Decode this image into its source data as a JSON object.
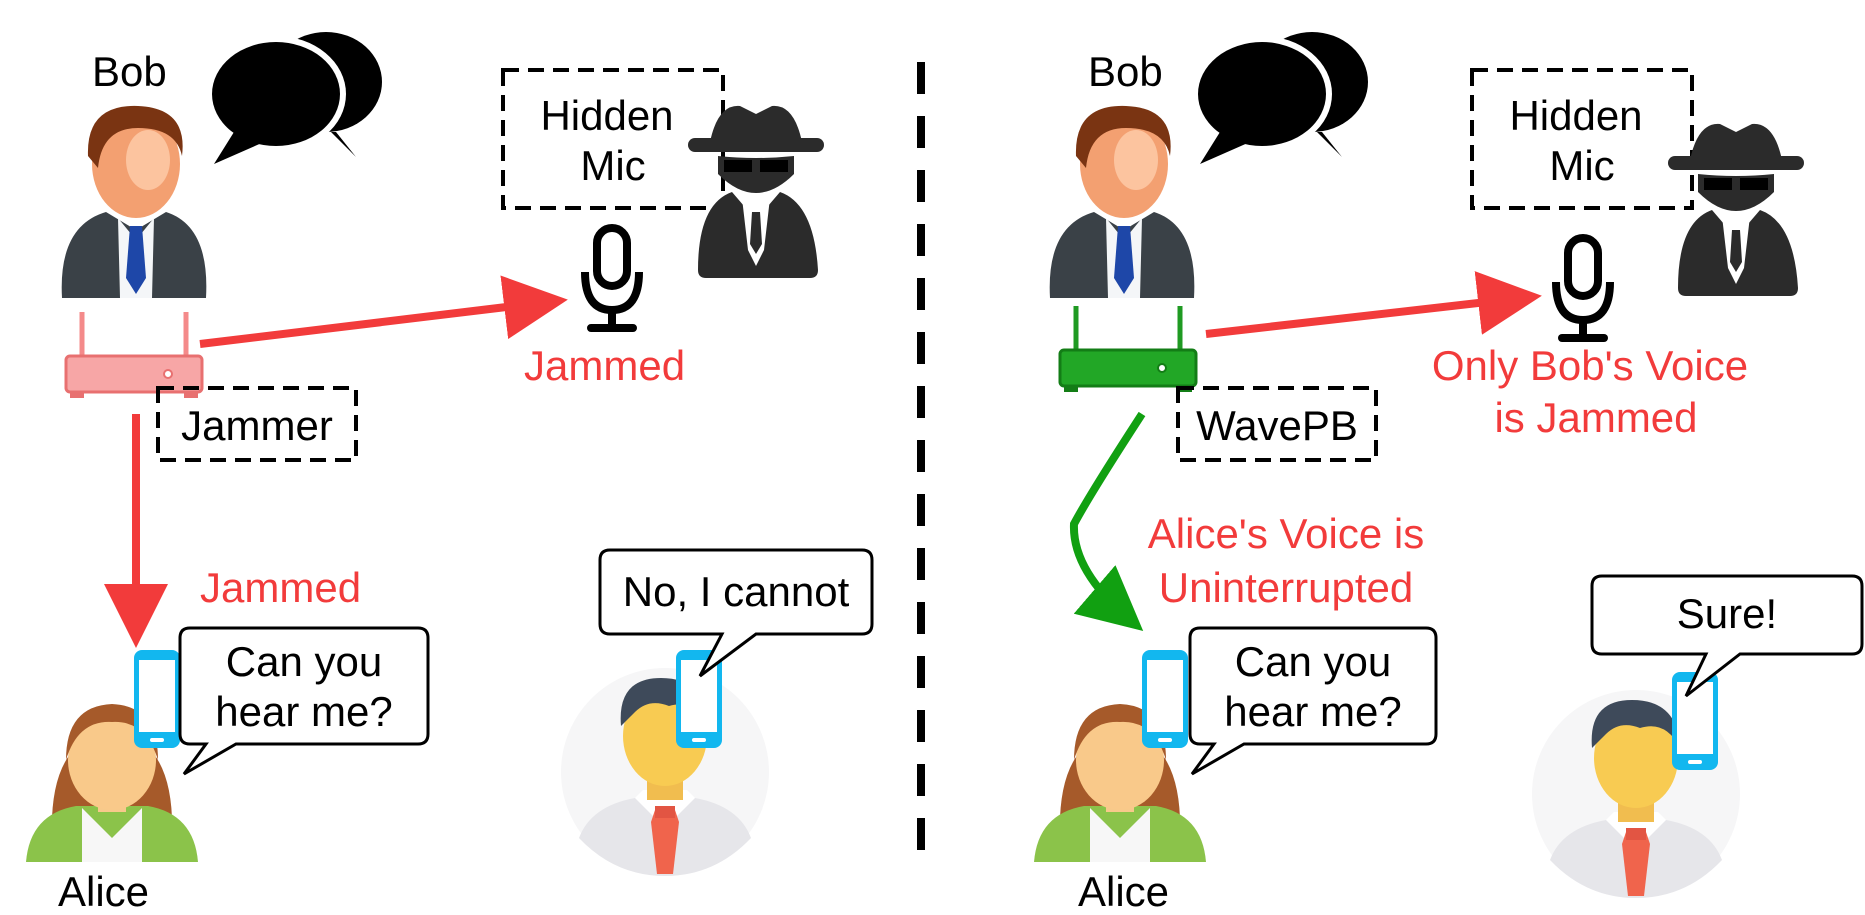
{
  "colors": {
    "accent_red": "#f23b3b",
    "accent_green": "#11a011",
    "router_pink": "#f48a8a",
    "router_green": "#1f9a22",
    "phone_blue": "#12b7ef"
  },
  "icons": [
    "speech-bubbles-icon",
    "spy-icon",
    "microphone-icon",
    "router-icon",
    "smartphone-icon",
    "businessman-icon",
    "woman-icon",
    "man-icon"
  ],
  "left_panel": {
    "bob_label": "Bob",
    "hidden_mic_line1": "Hidden",
    "hidden_mic_line2": "Mic",
    "mic_status": "Jammed",
    "device_label": "Jammer",
    "alice_status": "Jammed",
    "alice_bubble_line1": "Can you",
    "alice_bubble_line2": "hear me?",
    "listener_bubble": "No, I cannot",
    "alice_label": "Alice"
  },
  "right_panel": {
    "bob_label": "Bob",
    "hidden_mic_line1": "Hidden",
    "hidden_mic_line2": "Mic",
    "mic_status_line1": "Only Bob's Voice",
    "mic_status_line2": "is Jammed",
    "device_label": "WavePB",
    "alice_status_line1": "Alice's Voice is",
    "alice_status_line2": "Uninterrupted",
    "alice_bubble_line1": "Can you",
    "alice_bubble_line2": "hear me?",
    "listener_bubble": "Sure!",
    "alice_label": "Alice"
  }
}
